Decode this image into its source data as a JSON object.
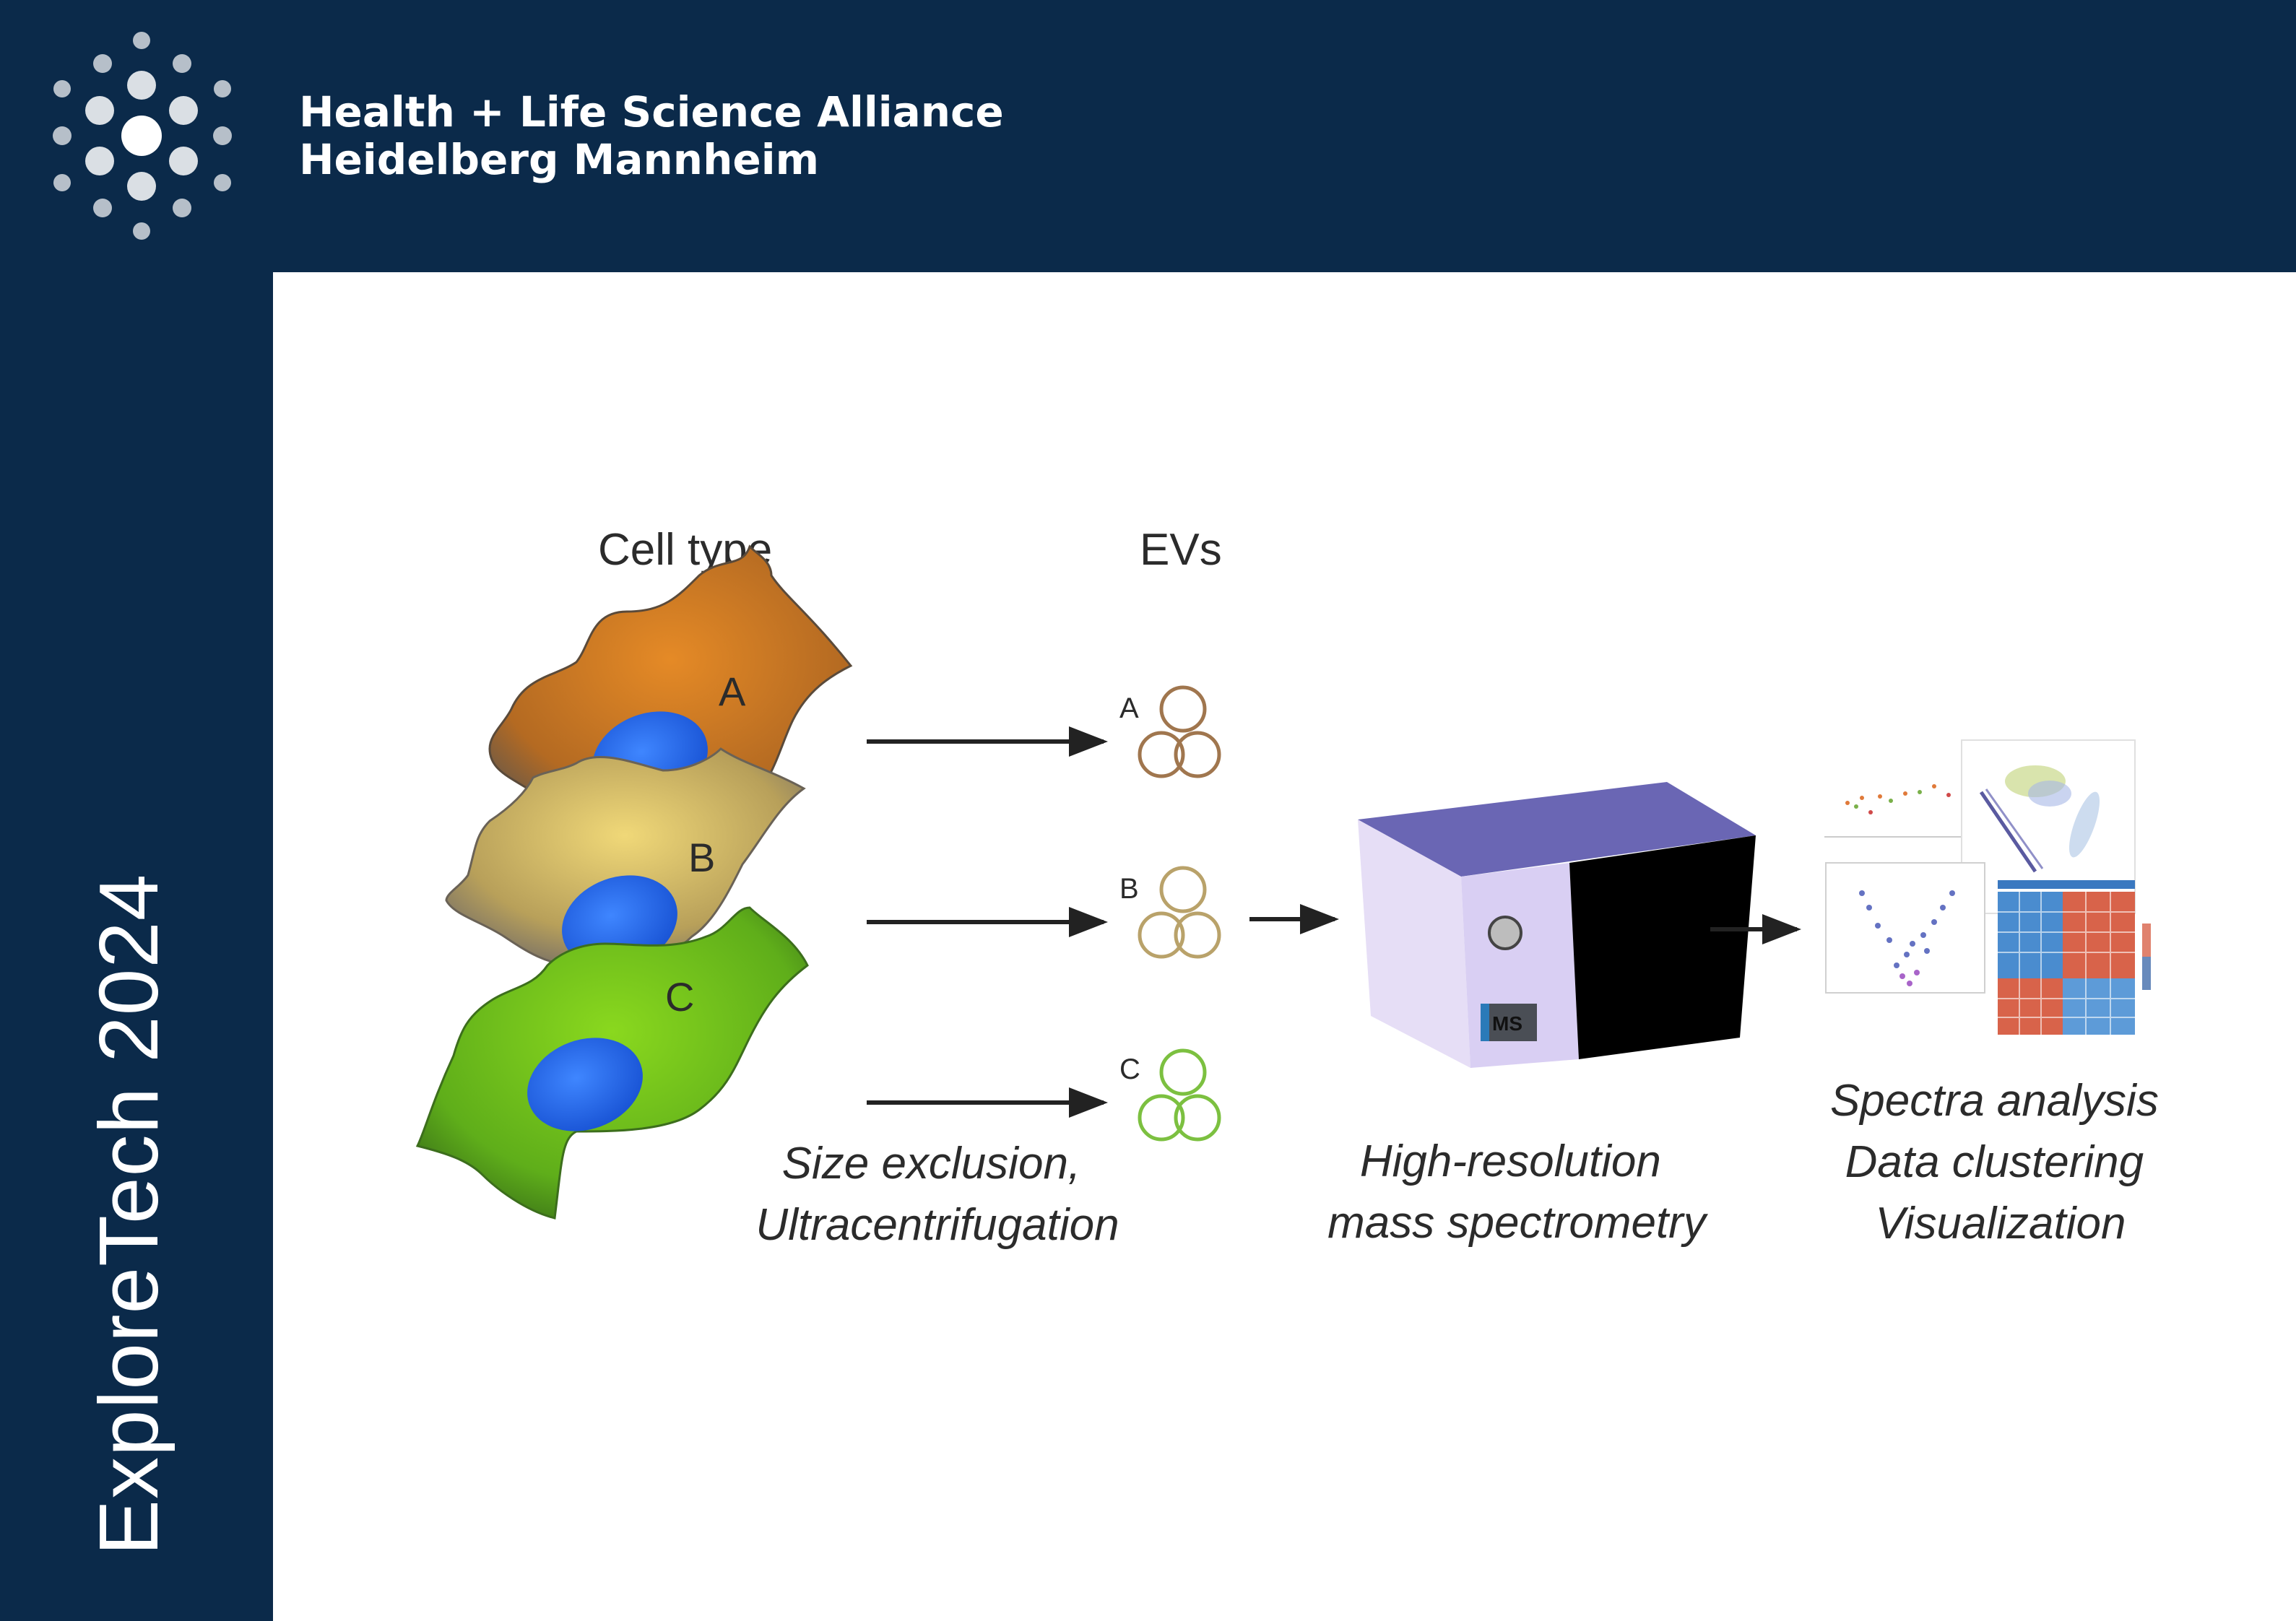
{
  "header": {
    "org_name_line1": "Health + Life Science Alliance",
    "org_name_line2": "Heidelberg Mannheim"
  },
  "sidebar": {
    "event_title": "ExploreTech 2024"
  },
  "diagram": {
    "cell_type_label": "Cell type",
    "evs_label": "EVs",
    "cell_labels": [
      "A",
      "B",
      "C"
    ],
    "ev_labels": [
      "A",
      "B",
      "C"
    ],
    "ms_badge": "MS",
    "step1_caption": [
      "Size exclusion,",
      "Ultracentrifugation"
    ],
    "step2_caption": [
      "High-resolution",
      "mass spectrometry"
    ],
    "step3_caption": [
      "Spectra analysis",
      "Data clustering",
      "Visualization"
    ]
  },
  "colors": {
    "brand_navy": "#0b2a4a",
    "cell_a": "#c8741e",
    "cell_b": "#b8a55a",
    "cell_c": "#6cc01e",
    "nucleus": "#1f5fe0",
    "ev_a": "#a0764e",
    "ev_b": "#b9a26a",
    "ev_c": "#7cc040",
    "ms_top": "#6a66b4",
    "ms_front": "#e1daf5"
  }
}
